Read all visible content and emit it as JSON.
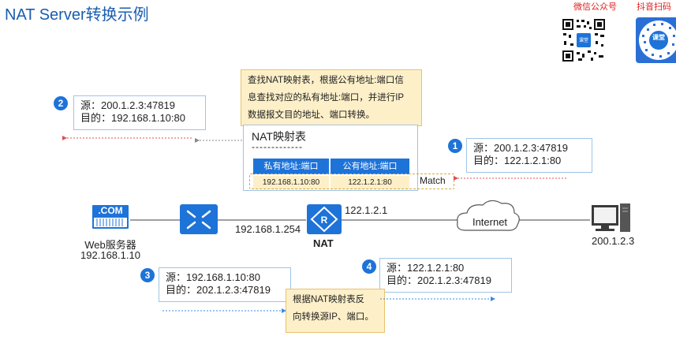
{
  "title": "NAT Server转换示例",
  "qr": {
    "wechat_label": "微信公众号",
    "douyin_label": "抖音扫码",
    "wechat_logo_text": "课堂",
    "douyin_logo_text": "课堂"
  },
  "lookup_note": [
    "查找NAT映射表，根据公有地址:端口信",
    "息查找对应的私有地址:端口，并进行IP",
    "数据报文目的地址、端口转换。"
  ],
  "nat_table": {
    "title": "NAT映射表",
    "dashes": "-------------",
    "headers": [
      "私有地址:端口",
      "公有地址:端口"
    ],
    "row": [
      "192.168.1.10:80",
      "122.1.2.1:80"
    ],
    "match_label": "Match"
  },
  "steps": [
    {
      "num": "1",
      "src": "源：200.1.2.3:47819",
      "dst": "目的：122.1.2.1:80"
    },
    {
      "num": "2",
      "src": "源：200.1.2.3:47819",
      "dst": "目的：192.168.1.10:80"
    },
    {
      "num": "3",
      "src": "源：192.168.1.10:80",
      "dst": "目的：202.1.2.3:47819"
    },
    {
      "num": "4",
      "src": "源：122.1.2.1:80",
      "dst": "目的：202.1.2.3:47819"
    }
  ],
  "reverse_note": [
    "根据NAT映射表反",
    "向转换源IP、端口。"
  ],
  "devices": {
    "web_icon_text": ".COM",
    "web_name": "Web服务器",
    "web_ip": "192.168.1.10",
    "switch_ip": "192.168.1.254",
    "nat_label": "NAT",
    "nat_public_ip": "122.1.2.1",
    "internet_label": "Internet",
    "client_ip": "200.1.2.3"
  },
  "colors": {
    "blue": "#1e73d8",
    "red_dashed": "#e05050",
    "yellow": "#fdf0c9",
    "dark_blue": "#0d4fa8"
  }
}
